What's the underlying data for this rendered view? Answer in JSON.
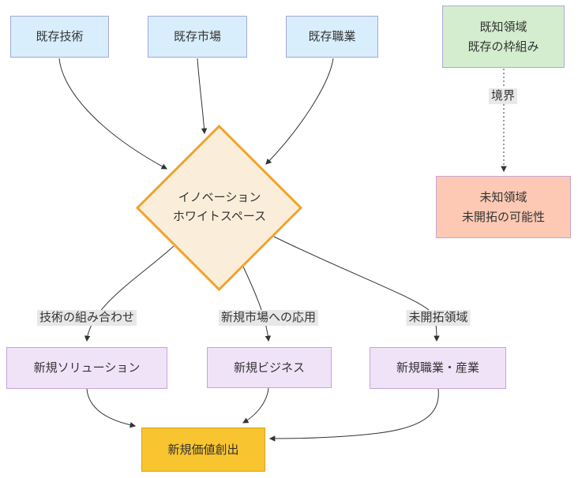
{
  "diagram": {
    "title": "innovation-whitespace-flowchart",
    "background": "#ffffff",
    "text_color": "#333333",
    "edge_color": "#333333",
    "edge_label_bg": "#e8e8e8",
    "nodes": {
      "tech": {
        "label": "既存技術",
        "fill": "#d8eefc",
        "border": "#a5a8d6"
      },
      "market": {
        "label": "既存市場",
        "fill": "#d8eefc",
        "border": "#a5a8d6"
      },
      "job": {
        "label": "既存職業",
        "fill": "#d8eefc",
        "border": "#a5a8d6"
      },
      "known": {
        "label": "既知領域\n既存の枠組み",
        "fill": "#d3edce",
        "border": "#adabda"
      },
      "unknown": {
        "label": "未知領域\n未開拓の可能性",
        "fill": "#fdc9b4",
        "border": "#c3a6d1"
      },
      "whitespace": {
        "label": "イノベーション\nホワイトスペース",
        "fill": "#faeedb",
        "border": "#f2a22b"
      },
      "solution": {
        "label": "新規ソリューション",
        "fill": "#f0e3f8",
        "border": "#c6a4d9"
      },
      "business": {
        "label": "新規ビジネス",
        "fill": "#f0e3f8",
        "border": "#c6a4d9"
      },
      "occupation": {
        "label": "新規職業・産業",
        "fill": "#f0e3f8",
        "border": "#c6a4d9"
      },
      "value": {
        "label": "新規価値創出",
        "fill": "#f8c430",
        "border": "#d9a02a"
      }
    },
    "edge_labels": {
      "combine": "技術の組み合わせ",
      "apply": "新規市場への応用",
      "frontier": "未開拓領域",
      "boundary": "境界"
    }
  }
}
